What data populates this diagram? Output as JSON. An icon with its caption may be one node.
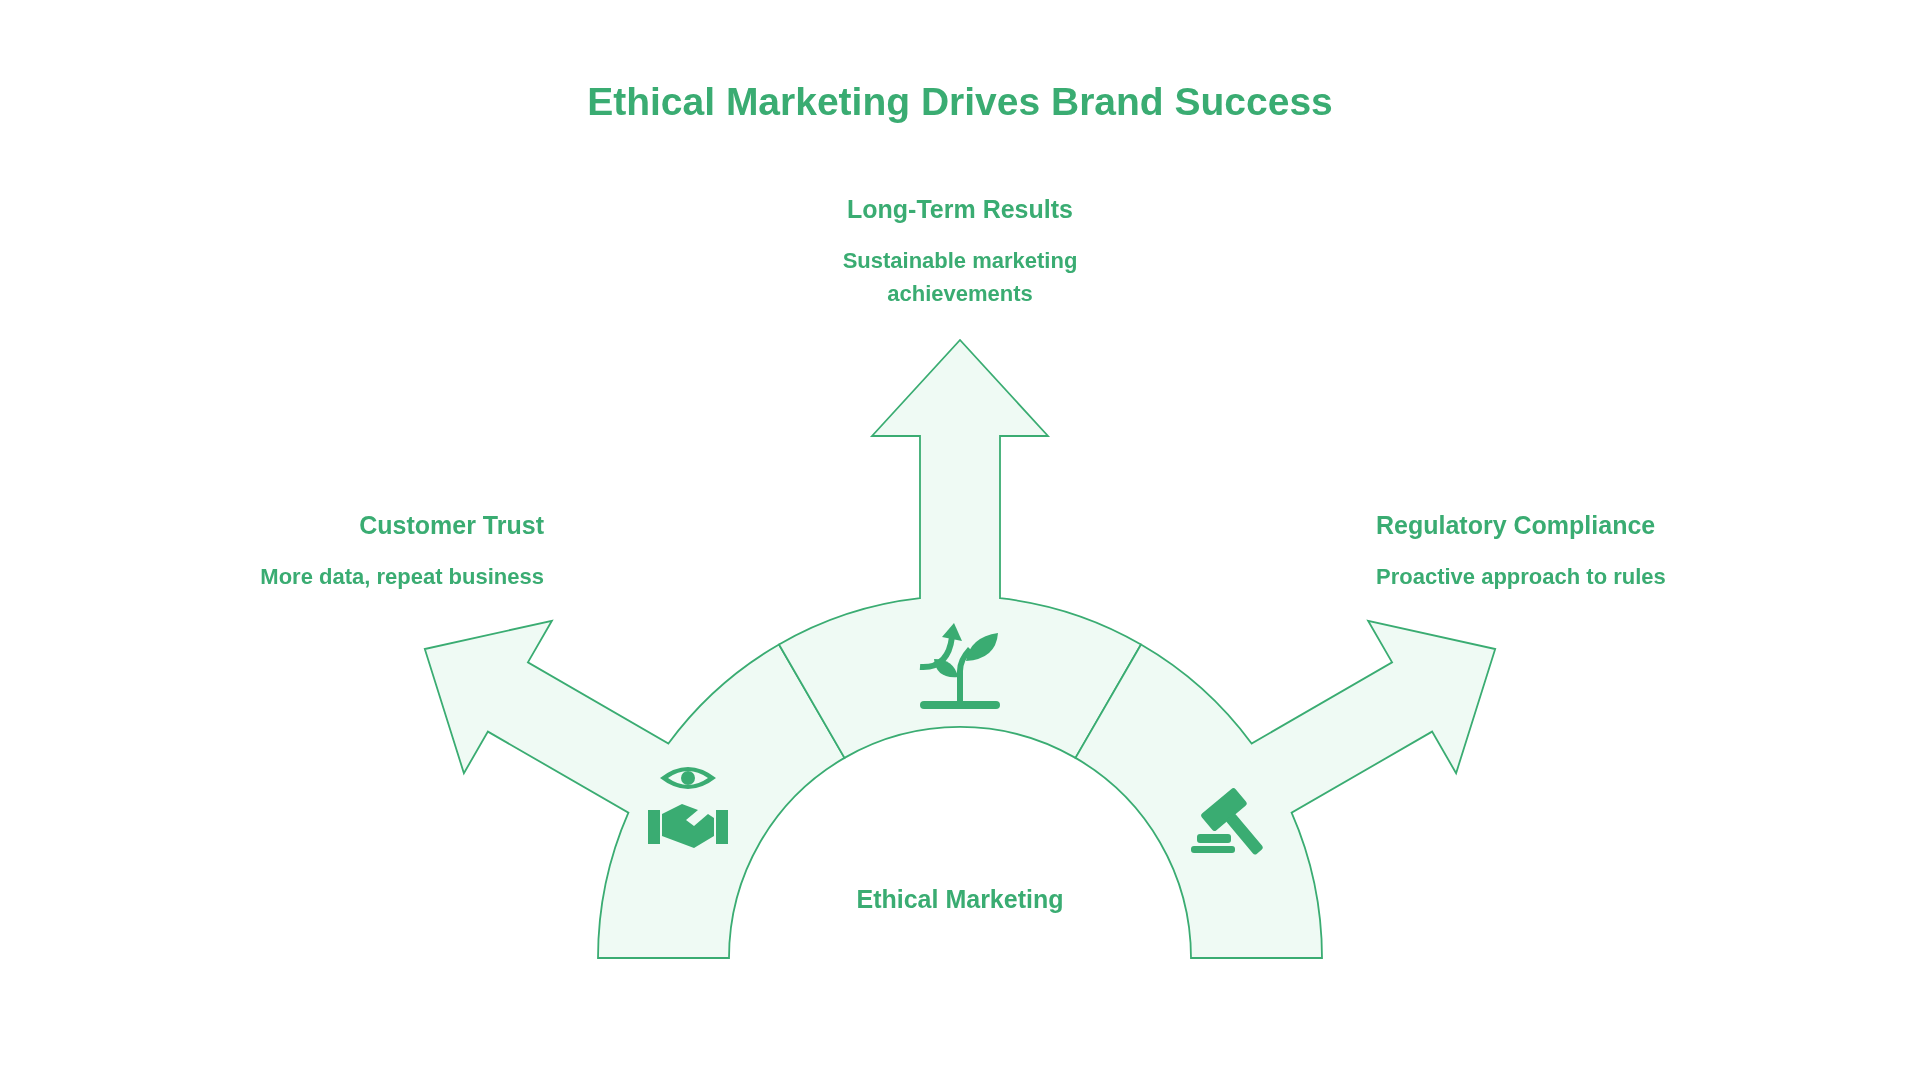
{
  "diagram": {
    "title": "Ethical Marketing Drives Brand Success",
    "nodes": [
      {
        "text": [
          "Ethical Marketing"
        ]
      },
      {
        "text": [
          "Customer Trust",
          "More data, repeat business"
        ]
      },
      {
        "text": [
          "Long-Term Results",
          "Sustainable marketing achievements"
        ]
      },
      {
        "text": [
          "Regulatory Compliance",
          "Proactive approach to rules"
        ]
      }
    ],
    "edges": [
      {
        "from": 0,
        "to": 1,
        "arrow": "to",
        "style": "thick"
      },
      {
        "from": 0,
        "to": 2,
        "arrow": "to",
        "style": "thick"
      },
      {
        "from": 0,
        "to": 3,
        "arrow": "to",
        "style": "thick"
      }
    ]
  }
}
